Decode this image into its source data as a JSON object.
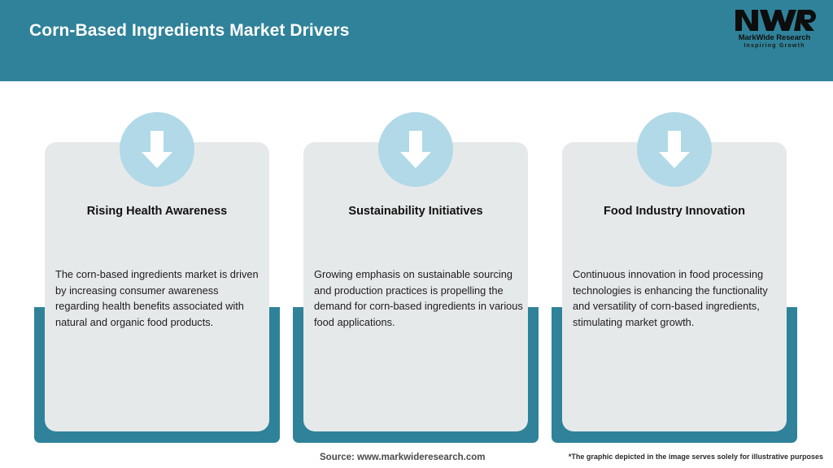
{
  "header": {
    "title": "Corn-Based Ingredients Market Drivers",
    "background_color": "#2f8299",
    "title_color": "#ffffff"
  },
  "logo": {
    "mark": "MWR",
    "name": "MarkWide Research",
    "tagline": "Inspiring Growth"
  },
  "cards": [
    {
      "icon": "down-arrow-icon",
      "heading": "Rising Health Awareness",
      "body": "The corn-based ingredients market is driven by increasing consumer awareness regarding health benefits associated with natural and organic food products."
    },
    {
      "icon": "down-arrow-icon",
      "heading": "Sustainability Initiatives",
      "body": "Growing emphasis on sustainable sourcing and production practices is propelling the demand for corn-based ingredients in various food applications."
    },
    {
      "icon": "down-arrow-icon",
      "heading": "Food Industry Innovation",
      "body": "Continuous innovation in food processing technologies is enhancing the functionality and versatility of corn-based ingredients, stimulating market growth."
    }
  ],
  "footer": {
    "source": "Source: www.markwideresearch.com",
    "disclaimer": "*The graphic depicted in the image serves solely for illustrative purposes"
  },
  "colors": {
    "accent_teal": "#2f8299",
    "card_gray": "#e6e9ea",
    "icon_circle_blue": "#b1d9e8",
    "arrow_white": "#ffffff"
  }
}
